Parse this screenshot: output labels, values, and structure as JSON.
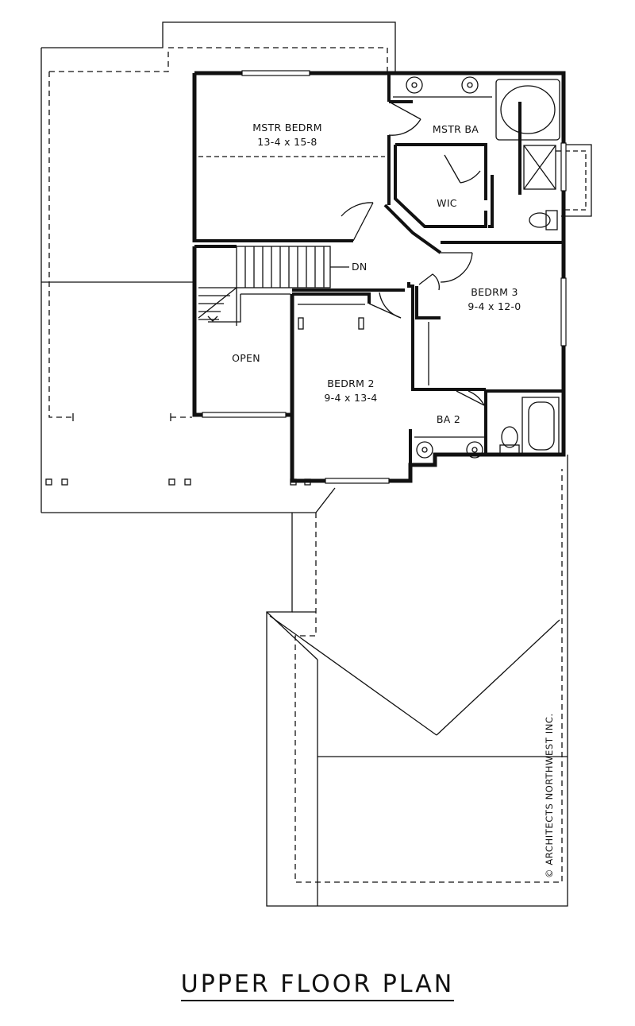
{
  "title": "UPPER FLOOR PLAN",
  "copyright": "© ARCHITECTS NORTHWEST INC.",
  "stair_label": "DN",
  "rooms": [
    {
      "id": "mstr-bedrm",
      "name": "MSTR BEDRM",
      "size": "13-4 x 15-8"
    },
    {
      "id": "mstr-ba",
      "name": "MSTR BA",
      "size": ""
    },
    {
      "id": "wic",
      "name": "WIC",
      "size": ""
    },
    {
      "id": "bedrm-3",
      "name": "BEDRM 3",
      "size": "9-4 x 12-0"
    },
    {
      "id": "bedrm-2",
      "name": "BEDRM 2",
      "size": "9-4 x 13-4"
    },
    {
      "id": "ba-2",
      "name": "BA 2",
      "size": ""
    },
    {
      "id": "open",
      "name": "OPEN",
      "size": ""
    }
  ]
}
